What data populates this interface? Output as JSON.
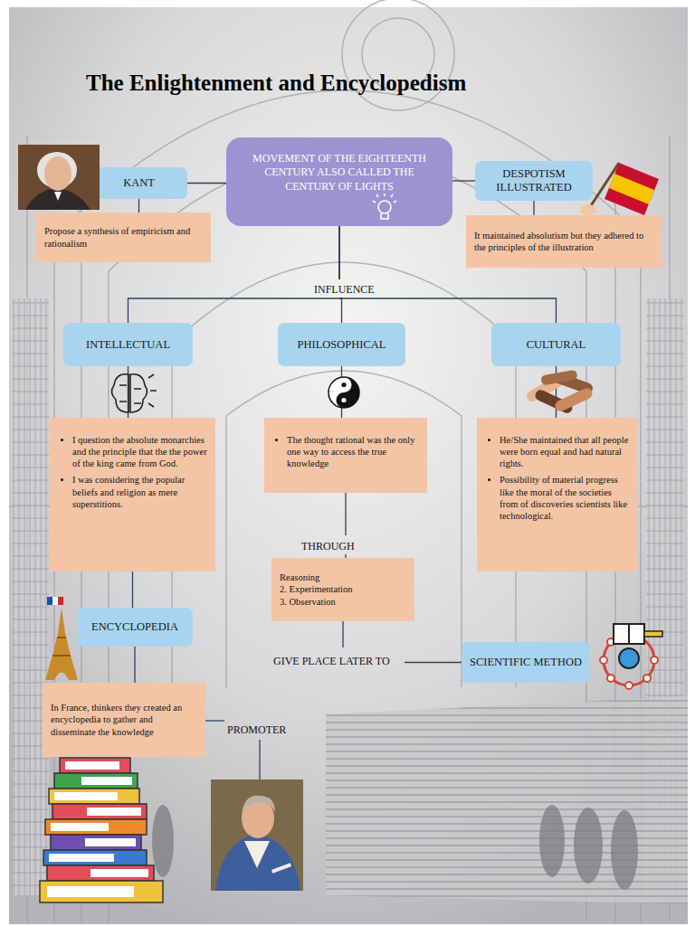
{
  "diagram": {
    "title": "The Enlightenment and Encyclopedism",
    "nodes": [
      {
        "text": [
          "MOVEMENT OF THE EIGHTEENTH CENTURY ALSO CALLED THE CENTURY OF LIGHTS"
        ]
      },
      {
        "text": [
          "KANT"
        ]
      },
      {
        "text": [
          "Propose a synthesis of empiricism and rationalism"
        ]
      },
      {
        "text": [
          "DESPOTISM ILLUSTRATED"
        ]
      },
      {
        "text": [
          "It maintained absolutism but they adhered to the principles of the illustration"
        ]
      },
      {
        "text": [
          "INTELLECTUAL"
        ]
      },
      {
        "text": [
          "PHILOSOPHICAL"
        ]
      },
      {
        "text": [
          "CULTURAL"
        ]
      },
      {
        "text": [
          "I question the absolute monarchies and the principle that the the power of the king came from God.",
          "I was considering the popular beliefs and religion as mere superstitions."
        ]
      },
      {
        "text": [
          "The thought rational was the only one way to access the true knowledge"
        ]
      },
      {
        "text": [
          "He/She maintained that all people were born equal and had natural rights.",
          "Possibility of material progress like the moral of the societies from of discoveries scientists like technological."
        ]
      },
      {
        "text": [
          "Reasoning",
          "2. Experimentation",
          "3. Observation"
        ]
      },
      {
        "text": [
          "ENCYCLOPEDIA"
        ]
      },
      {
        "text": [
          "In France, thinkers they created an encyclopedia to gather and disseminate the knowledge"
        ]
      },
      {
        "text": [
          "SCIENTIFIC METHOD"
        ]
      }
    ],
    "edges": [
      {
        "from": 0,
        "to": 1,
        "arrow": "none"
      },
      {
        "from": 0,
        "to": 3,
        "arrow": "none"
      },
      {
        "from": 1,
        "to": 2,
        "arrow": "none"
      },
      {
        "from": 3,
        "to": 4,
        "arrow": "none"
      },
      {
        "from": 0,
        "to": 5,
        "arrow": "none"
      },
      {
        "from": 0,
        "to": 6,
        "arrow": "none"
      },
      {
        "from": 0,
        "to": 7,
        "arrow": "none"
      },
      {
        "from": 5,
        "to": 8,
        "arrow": "none"
      },
      {
        "from": 6,
        "to": 9,
        "arrow": "none"
      },
      {
        "from": 7,
        "to": 10,
        "arrow": "none"
      },
      {
        "from": 9,
        "to": 11,
        "label": "THROUGH",
        "arrow": "none"
      },
      {
        "from": 8,
        "to": 12,
        "arrow": "none"
      },
      {
        "from": 12,
        "to": 13,
        "arrow": "none"
      },
      {
        "from": 11,
        "to": 14,
        "label": "GIVE PLACE LATER TO",
        "arrow": "none"
      }
    ],
    "labels": [
      "INFLUENCE",
      "PROMOTER"
    ]
  }
}
